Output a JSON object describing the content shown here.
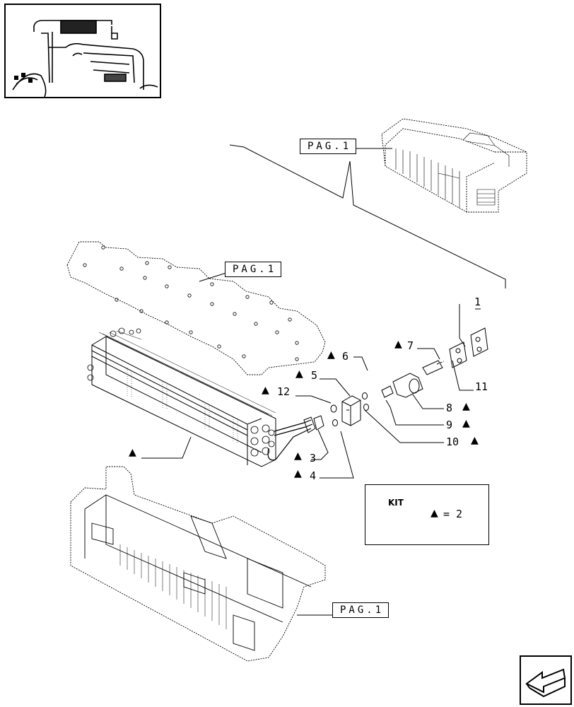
{
  "page_refs": {
    "top": "PAG.1",
    "plate": "PAG.1",
    "base": "PAG.1"
  },
  "callouts": {
    "c1": "1",
    "c2_ref": "▲",
    "c3": "3",
    "c4": "4",
    "c5": "5",
    "c6": "6",
    "c7": "7",
    "c8": "8",
    "c9": "9",
    "c10": "10",
    "c11": "11",
    "c12": "12"
  },
  "triangle": "▲",
  "kit": {
    "label": "KIT",
    "eq_text": "= 2"
  },
  "icons": {
    "triangle": "triangle-icon",
    "nav": "prev-page-arrow-icon",
    "kit": "kit-box-icon"
  },
  "colors": {
    "ink": "#000000",
    "paper": "#ffffff"
  }
}
